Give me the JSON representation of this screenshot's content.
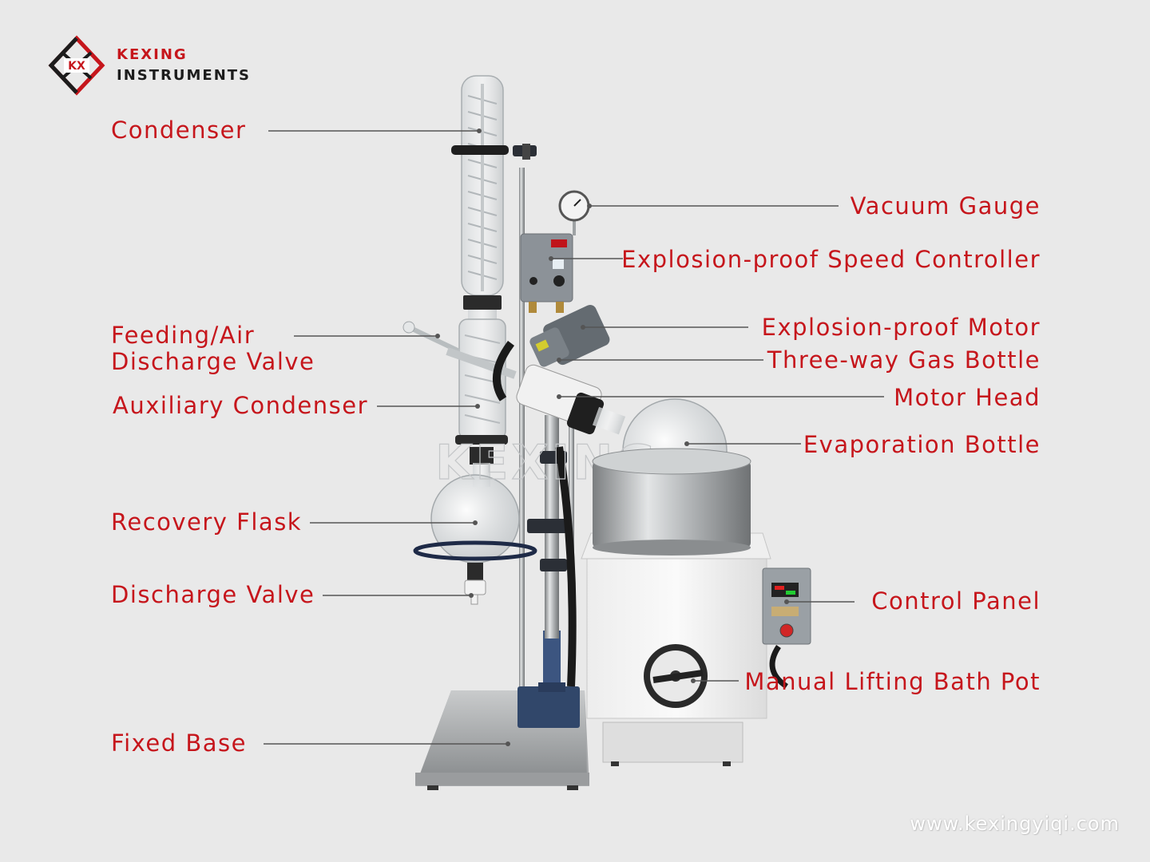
{
  "brand": {
    "logo_letters": "KX",
    "name": "KEXING",
    "subtitle": "INSTRUMENTS"
  },
  "labels_left": {
    "condenser": "Condenser",
    "feeding_valve_line1": "Feeding/Air",
    "feeding_valve_line2": "Discharge Valve",
    "auxiliary_condenser": "Auxiliary Condenser",
    "recovery_flask": "Recovery Flask",
    "discharge_valve": "Discharge Valve",
    "fixed_base": "Fixed Base"
  },
  "labels_right": {
    "vacuum_gauge": "Vacuum Gauge",
    "speed_controller": "Explosion-proof Speed Controller",
    "motor": "Explosion-proof Motor",
    "gas_bottle": "Three-way Gas Bottle",
    "motor_head": "Motor Head",
    "evaporation_bottle": "Evaporation Bottle",
    "control_panel": "Control Panel",
    "bath_pot": "Manual Lifting Bath Pot"
  },
  "website": "www.kexingyiqi.com",
  "watermark": "KEXING",
  "colors": {
    "background": "#e9e9e9",
    "label_red": "#c6161c",
    "leader_line": "#555555",
    "brand_dark": "#1c1c1c"
  }
}
